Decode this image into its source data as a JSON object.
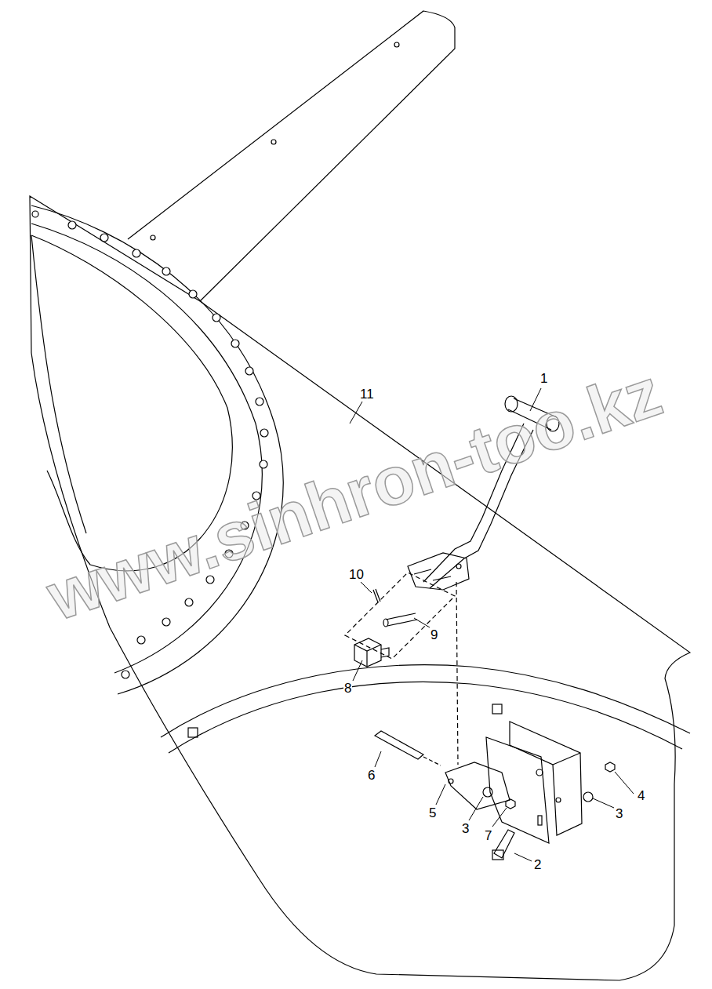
{
  "diagram": {
    "labels": [
      "1",
      "11",
      "10",
      "9",
      "8",
      "6",
      "4",
      "5",
      "3",
      "3",
      "7",
      "2",
      "www.sinhron-too.kz"
    ]
  }
}
